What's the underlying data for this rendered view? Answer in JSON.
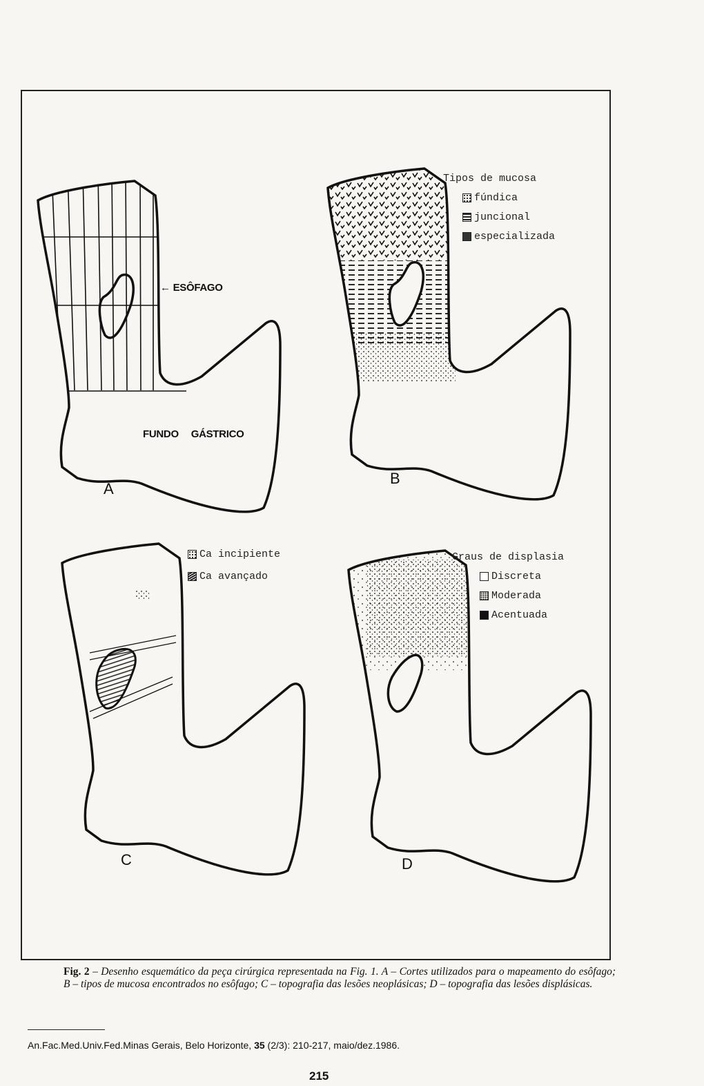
{
  "figure": {
    "panel_labels": {
      "a": "A",
      "b": "B",
      "c": "C",
      "d": "D"
    },
    "panel_a": {
      "esofago_label": "ESÔFAGO",
      "arrow": "←",
      "fundo_label": "FUNDO  GÁSTRICO"
    },
    "panel_b_legend": {
      "title": "Tipos de mucosa",
      "items": [
        "fúndica",
        "juncional",
        "especializada"
      ]
    },
    "panel_c_legend": {
      "items": [
        "Ca incipiente",
        "Ca avançado"
      ]
    },
    "panel_d_legend": {
      "title": "Graus de displasia",
      "items": [
        "Discreta",
        "Moderada",
        "Acentuada"
      ]
    }
  },
  "caption": {
    "label": "Fig. 2",
    "text": "– Desenho esquemático da peça cirúrgica representada na Fig. 1.  A – Cortes utilizados para o mapeamento do esôfago; B – tipos de mucosa encontrados no esôfago; C – topografia das lesões neoplásicas;  D – topografia das lesões displásicas."
  },
  "footer": {
    "citation_pre": "An.Fac.Med.Univ.Fed.Minas Gerais, Belo Horizonte, ",
    "volume": "35",
    "citation_post": " (2/3): 210-217, maio/dez.1986."
  },
  "page_number": "215"
}
